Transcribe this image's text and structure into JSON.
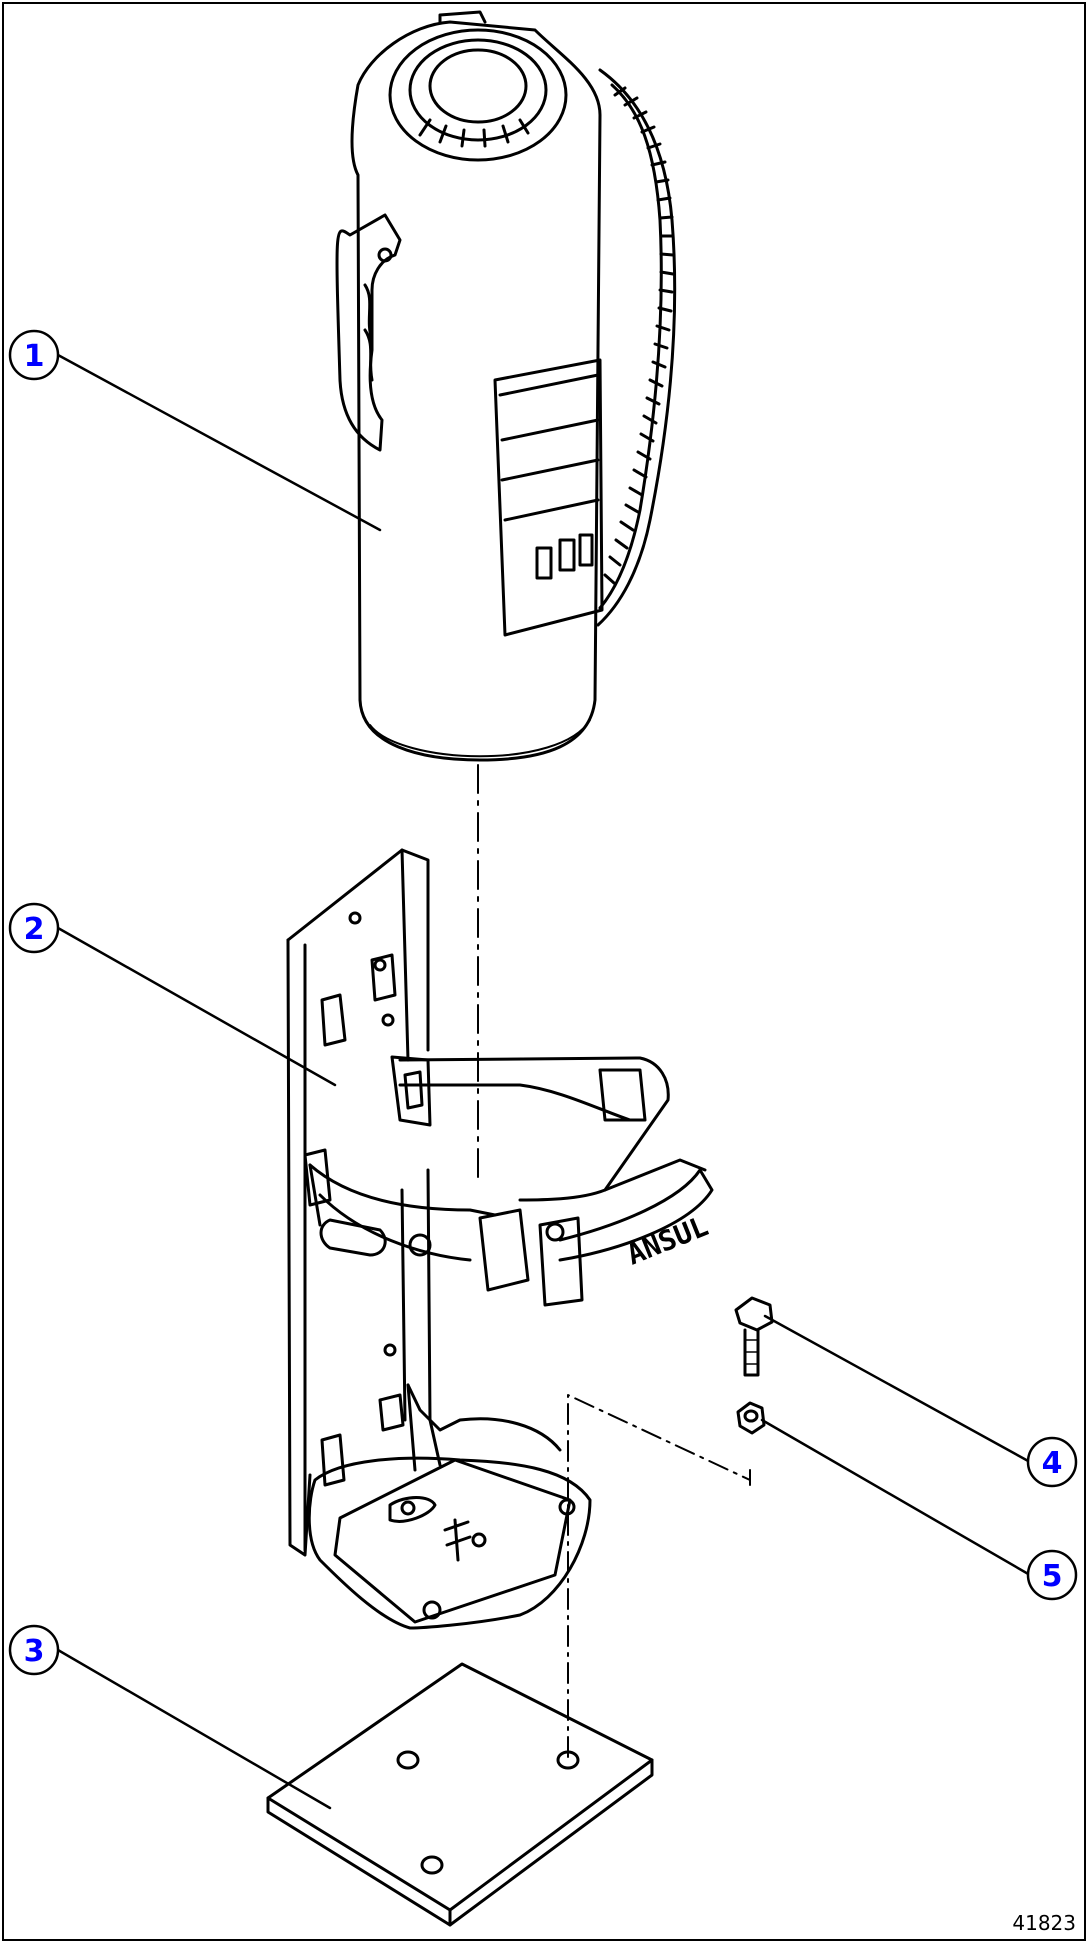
{
  "callouts": [
    {
      "id": "callout-1",
      "label": "1"
    },
    {
      "id": "callout-2",
      "label": "2"
    },
    {
      "id": "callout-3",
      "label": "3"
    },
    {
      "id": "callout-4",
      "label": "4"
    },
    {
      "id": "callout-5",
      "label": "5"
    }
  ],
  "bracket_strap_text": "ANSUL",
  "figure_id": "41823",
  "colors": {
    "line": "#000000",
    "callout_text": "#0000ff",
    "background": "#ffffff"
  }
}
